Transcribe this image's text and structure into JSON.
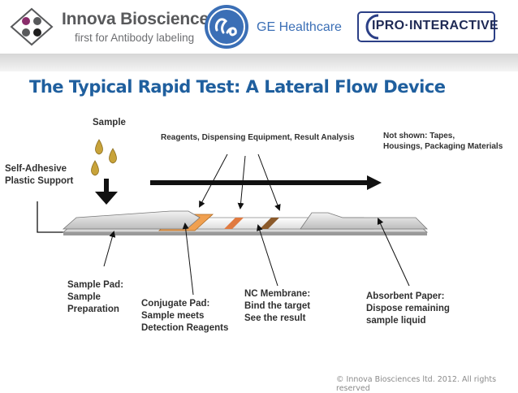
{
  "header": {
    "innova_name": "Innova Biosciences",
    "innova_tagline": "first for Antibody labeling",
    "ge_name": "GE Healthcare",
    "ipro_name": "IPRO·INTERACTIVE"
  },
  "title": "The Typical Rapid Test: A Lateral Flow Device",
  "labels": {
    "sample": "Sample",
    "reagents": "Reagents, Dispensing Equipment, Result Analysis",
    "not_shown": "Not shown: Tapes,\nHousings, Packaging Materials",
    "support": "Self-Adhesive\nPlastic Support",
    "sample_pad": "Sample Pad:\nSample\nPreparation",
    "conjugate_pad": "Conjugate Pad:\nSample meets\nDetection Reagents",
    "nc_membrane": "NC Membrane:\nBind the target\nSee the result",
    "absorbent": "Absorbent Paper:\nDispose remaining\nsample liquid"
  },
  "footer": "© Innova Biosciences ltd. 2012. All rights reserved",
  "colors": {
    "title": "#1f5f9e",
    "ge_blue": "#3b6fb6",
    "ipro_navy": "#2b3f86",
    "drop_gold": "#c8a33a",
    "conjugate_orange": "#f0a050",
    "test_line": "#e07a40",
    "control_line": "#8b5a2b"
  },
  "icons": [
    "innova-logo-icon",
    "ge-logo-icon",
    "sample-drop-icon",
    "down-arrow-icon",
    "flow-arrow-icon"
  ]
}
